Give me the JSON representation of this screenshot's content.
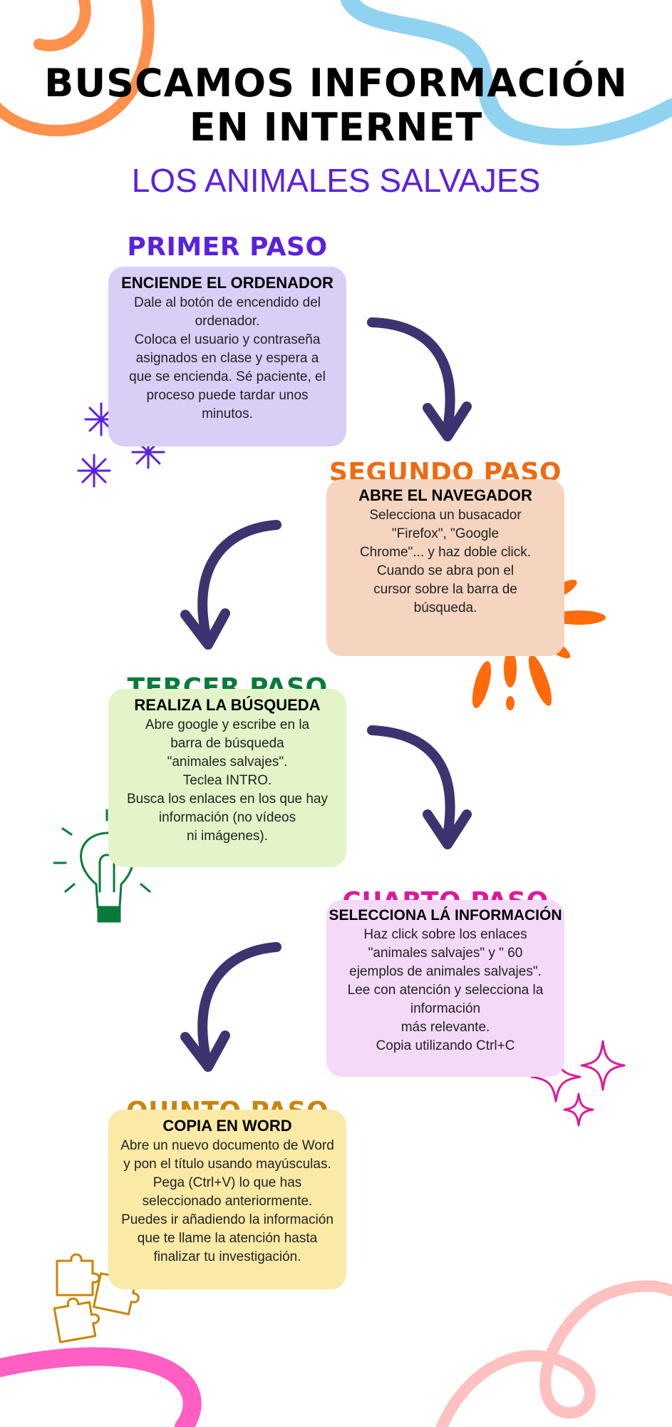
{
  "header": {
    "title_line1": "BUSCAMOS INFORMACIÓN",
    "title_line2": "EN INTERNET",
    "subtitle": "LOS ANIMALES SALVAJES"
  },
  "steps": [
    {
      "label": "PRIMER PASO",
      "heading": "ENCIENDE EL ORDENADOR",
      "text": "Dale al botón de encendido del\nordenador.\nColoca el usuario y contraseña\nasignados en clase y espera a\nque se encienda. Sé paciente, el\nproceso puede tardar unos\nminutos."
    },
    {
      "label": "SEGUNDO PASO",
      "heading": "ABRE EL NAVEGADOR",
      "text": "Selecciona un busacador\n\"Firefox\", \"Google\nChrome\"... y haz doble click.\nCuando se abra pon el\ncursor sobre la barra de\nbúsqueda."
    },
    {
      "label": "TERCER PASO",
      "heading": "REALIZA LA BÚSQUEDA",
      "text": "Abre google y escribe en la\nbarra de búsqueda\n\"animales salvajes\".\nTeclea INTRO.\nBusca los enlaces en los que hay\ninformación (no vídeos\nni imágenes)."
    },
    {
      "label": "CUARTO PASO",
      "heading": "SELECCIONA LÁ INFORMACIÓN",
      "text": "Haz click sobre los enlaces\n\"animales salvajes\" y \" 60\nejemplos de animales salvajes\".\nLee con atención y selecciona la\ninformación\nmás relevante.\nCopia utilizando Ctrl+C"
    },
    {
      "label": "QUINTO PASO",
      "heading": "COPIA EN WORD",
      "text": "Abre un nuevo documento de Word\ny pon el título usando mayúsculas.\nPega (Ctrl+V) lo que has\nseleccionado anteriormente.\nPuedes ir añadiendo la información\nque te llame la atención hasta\nfinalizar tu investigación."
    }
  ],
  "colors": {
    "step1": "#5b21e0",
    "step2": "#f06a10",
    "step3": "#0a7a3a",
    "step4": "#dd1a9c",
    "step5": "#c8860a",
    "arrow": "#3b3470"
  },
  "icons": [
    "asterisk-sparkle-icon",
    "burst-icon",
    "lightbulb-icon",
    "sparkle-stars-icon",
    "puzzle-pieces-icon",
    "curved-arrow-icon"
  ]
}
